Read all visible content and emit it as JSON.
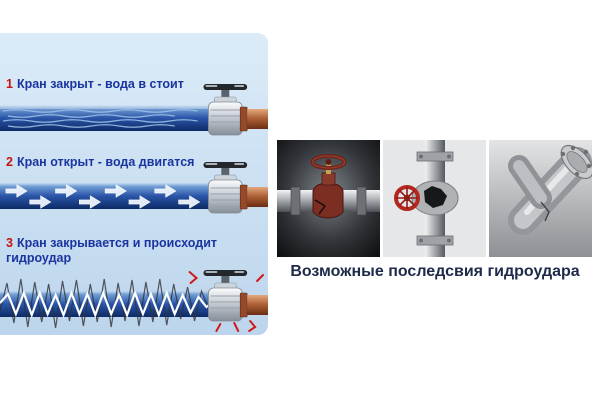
{
  "panel": {
    "steps": [
      {
        "number": "1",
        "label": "Кран закрыт - вода в стоит"
      },
      {
        "number": "2",
        "label": "Кран открыт - вода двигатся"
      },
      {
        "number": "3",
        "label": "Кран закрывается и происходит гидроудар"
      }
    ]
  },
  "photos": {
    "caption": "Возможные последсвия гидроудара"
  },
  "colors": {
    "panel_background": "#cde1f3",
    "pipe_blue": "#2a55a8",
    "step_number_red": "#c41414",
    "step_label_blue": "#1a35a0",
    "caption_color": "#1e2a4a",
    "shock_red": "#d01818",
    "tap_brass_brown": "#b06238"
  }
}
